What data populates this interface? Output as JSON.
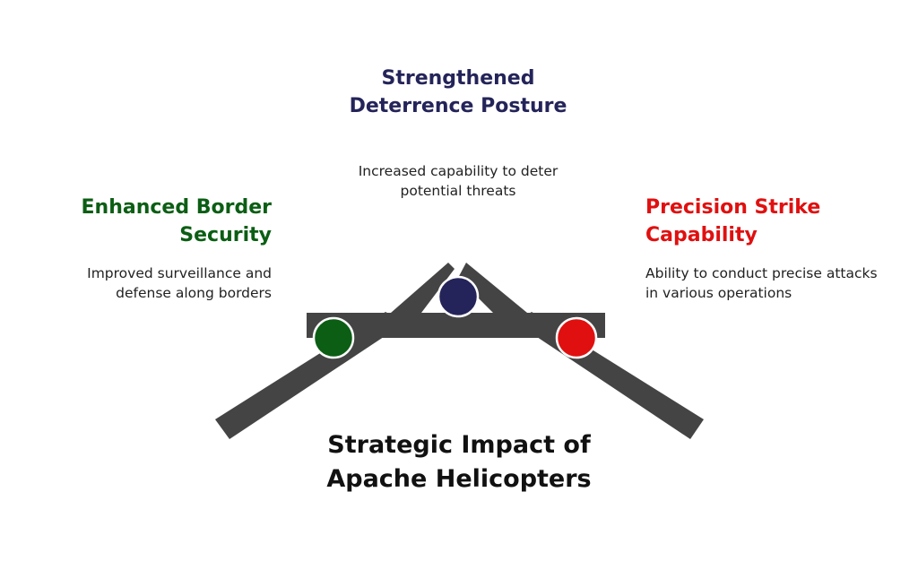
{
  "title": "Strategic Impact of Apache Helicopters",
  "items": [
    {
      "heading": "Strengthened Deterrence Posture",
      "description": "Increased capability to deter potential threats",
      "color": "#24245a"
    },
    {
      "heading": "Enhanced Border Security",
      "description": "Improved surveillance and defense along borders",
      "color": "#0b5e14"
    },
    {
      "heading": "Precision Strike Capability",
      "description": "Ability to conduct precise attacks in various operations",
      "color": "#e01010"
    }
  ],
  "colors": {
    "structure": "#444444"
  }
}
